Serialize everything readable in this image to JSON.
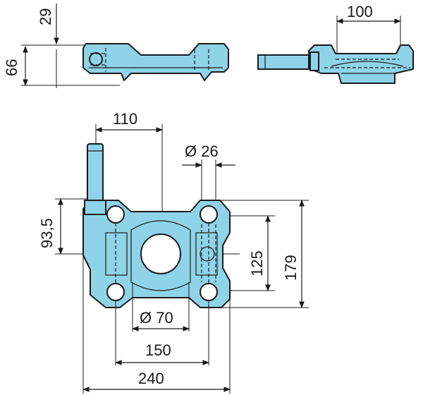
{
  "dimensions": {
    "top_height": "29",
    "side_height": "66",
    "side_width": "100",
    "pin_offset": "110",
    "hole_diameter": "Ø 26",
    "pin_height": "93,5",
    "hole_spacing_vertical": "125",
    "total_height": "179",
    "center_bore": "Ø 70",
    "hole_spacing_horizontal": "150",
    "total_width": "240"
  },
  "colors": {
    "part_fill": "#8fd3e8",
    "line": "#1a1a1a"
  }
}
